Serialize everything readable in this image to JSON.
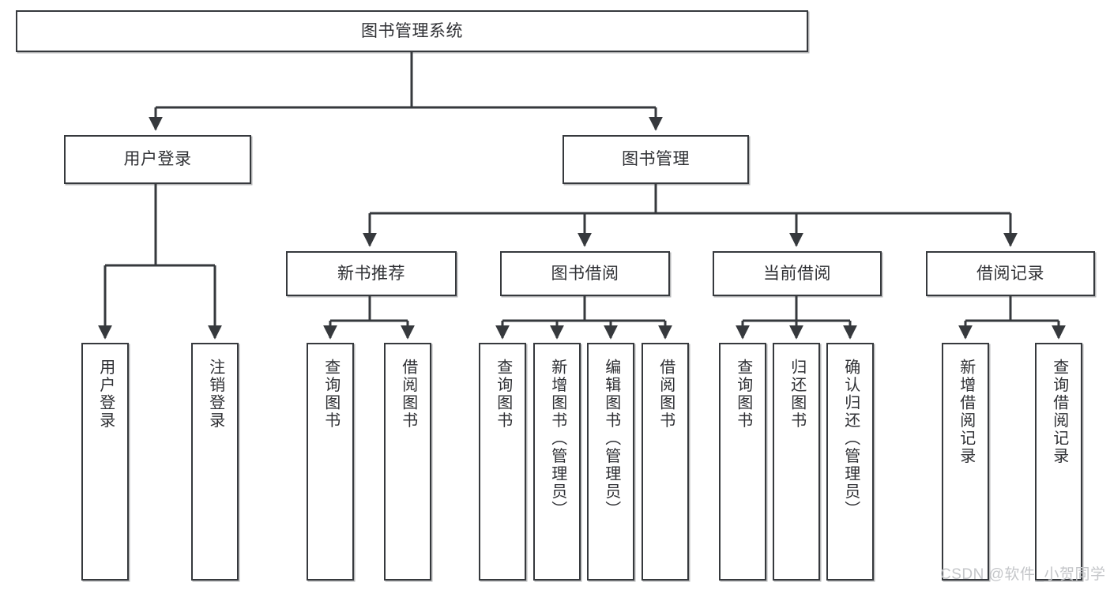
{
  "diagram": {
    "title": "图书管理系统",
    "type": "tree-hierarchy",
    "background_color": "#ffffff",
    "border_color": "#36393d",
    "text_color": "#2f3034",
    "nodes": {
      "root": {
        "label": "图书管理系统",
        "level": 0
      },
      "user_login": {
        "label": "用户登录",
        "level": 1
      },
      "book_manage": {
        "label": "图书管理",
        "level": 1
      },
      "new_book_rec": {
        "label": "新书推荐",
        "level": 2
      },
      "book_borrow": {
        "label": "图书借阅",
        "level": 2
      },
      "current_borrow": {
        "label": "当前借阅",
        "level": 2
      },
      "borrow_record": {
        "label": "借阅记录",
        "level": 2
      }
    },
    "leaves": {
      "user_login_children": [
        {
          "label": "用户登录"
        },
        {
          "label": "注销登录"
        }
      ],
      "new_book_rec_children": [
        {
          "label": "查询图书"
        },
        {
          "label": "借阅图书"
        }
      ],
      "book_borrow_children": [
        {
          "label": "查询图书"
        },
        {
          "label": "新增图书（管理员）"
        },
        {
          "label": "编辑图书（管理员）"
        },
        {
          "label": "借阅图书"
        }
      ],
      "current_borrow_children": [
        {
          "label": "查询图书"
        },
        {
          "label": "归还图书"
        },
        {
          "label": "确认归还（管理员）"
        }
      ],
      "borrow_record_children": [
        {
          "label": "新增借阅记录"
        },
        {
          "label": "查询借阅记录"
        }
      ]
    },
    "watermark": "CSDN @软件_小贺同学"
  }
}
